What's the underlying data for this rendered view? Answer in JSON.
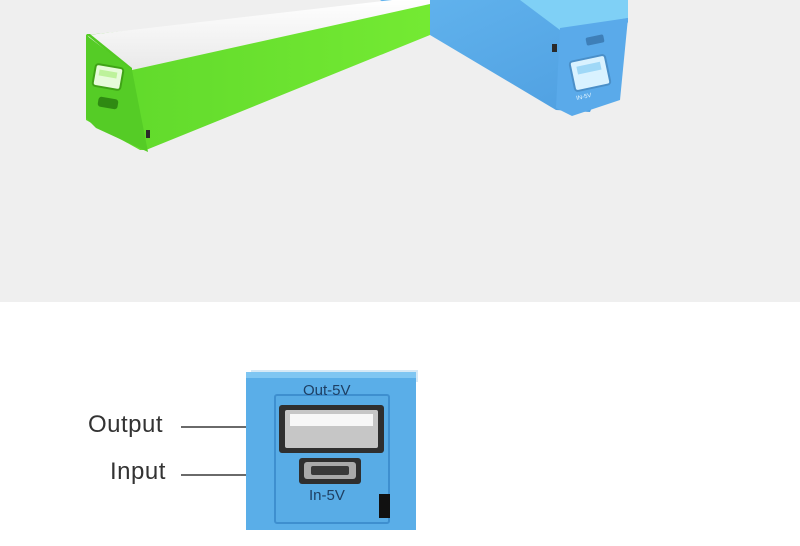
{
  "hero": {
    "devices": [
      {
        "name": "green-power-bank",
        "color": "#63e02b"
      },
      {
        "name": "blue-power-bank",
        "color": "#5fb1ec"
      }
    ]
  },
  "detail": {
    "labels": {
      "output": "Output",
      "input": "Input"
    },
    "port_text": {
      "out": "Out-5V",
      "in": "In-5V"
    },
    "colors": {
      "body": "#5aaee8",
      "body_dark": "#3e8fcf",
      "port": "#8fd0f5"
    }
  }
}
